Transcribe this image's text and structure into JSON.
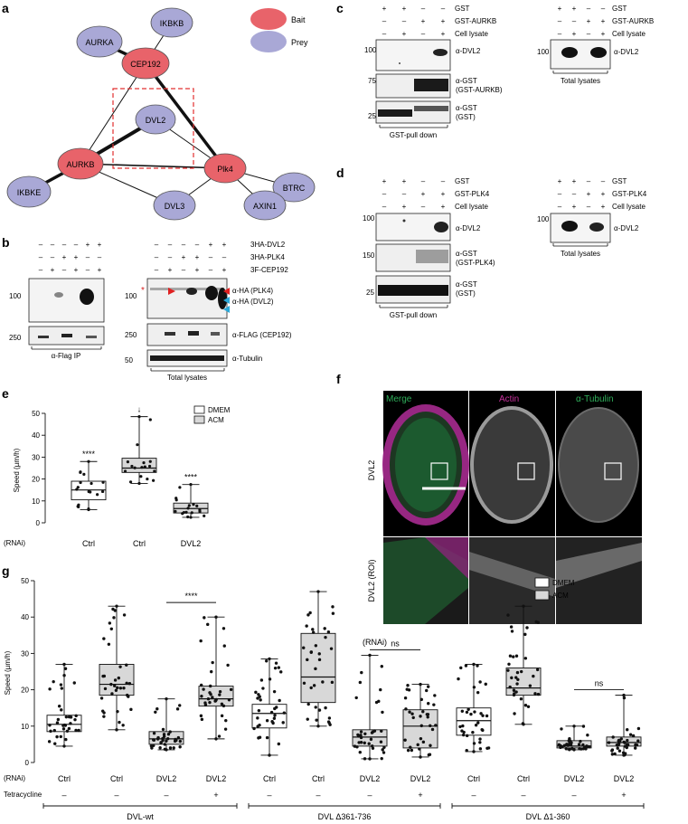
{
  "panel_labels": {
    "a": "a",
    "b": "b",
    "c": "c",
    "d": "d",
    "e": "e",
    "f": "f",
    "g": "g"
  },
  "panel_a": {
    "legend": {
      "bait": "Bait",
      "prey": "Prey"
    },
    "colors": {
      "bait": "#e8636a",
      "prey": "#a9a8d6"
    },
    "nodes": {
      "IKBKB": "IKBKB",
      "AURKA": "AURKA",
      "CEP192": "CEP192",
      "DVL2": "DVL2",
      "AURKB": "AURKB",
      "Plk4": "Plk4",
      "IKBKE": "IKBKE",
      "DVL3": "DVL3",
      "BTRC": "BTRC",
      "AXIN1": "AXIN1"
    }
  },
  "panel_b": {
    "rows": [
      {
        "label": "3HA-DVL2",
        "signs": [
          "–",
          "–",
          "–",
          "–",
          "+",
          "+"
        ]
      },
      {
        "label": "3HA-PLK4",
        "signs": [
          "–",
          "–",
          "+",
          "+",
          "–",
          "–"
        ]
      },
      {
        "label": "3F-CEP192",
        "signs": [
          "–",
          "+",
          "–",
          "+",
          "–",
          "+"
        ]
      }
    ],
    "markers_left": [
      "100",
      "250"
    ],
    "markers_right": [
      "100",
      "250",
      "50"
    ],
    "blot_labels": [
      "α-HA (PLK4)",
      "α-HA (DVL2)",
      "α-FLAG (CEP192)",
      "α-Tubulin"
    ],
    "asterisk": "*",
    "group_labels": [
      "α-Flag IP",
      "Total lysates"
    ]
  },
  "panel_c": {
    "rows": [
      {
        "label": "GST",
        "signs": [
          "+",
          "+",
          "–",
          "–"
        ]
      },
      {
        "label": "GST-AURKB",
        "signs": [
          "–",
          "–",
          "+",
          "+"
        ]
      },
      {
        "label": "Cell lysate",
        "signs": [
          "–",
          "+",
          "–",
          "+"
        ]
      }
    ],
    "markers": [
      "100",
      "75",
      "25"
    ],
    "markers_right": [
      "100"
    ],
    "blot_labels": [
      "α-DVL2",
      "α-GST",
      "(GST-AURKB)",
      "α-GST",
      "(GST)"
    ],
    "right_blot_label": "α-DVL2",
    "group_labels": [
      "GST-pull down",
      "Total lysates"
    ]
  },
  "panel_d": {
    "rows": [
      {
        "label": "GST",
        "signs": [
          "+",
          "+",
          "–",
          "–"
        ]
      },
      {
        "label": "GST-PLK4",
        "signs": [
          "–",
          "–",
          "+",
          "+"
        ]
      },
      {
        "label": "Cell lysate",
        "signs": [
          "–",
          "+",
          "–",
          "+"
        ]
      }
    ],
    "markers": [
      "100",
      "150",
      "25"
    ],
    "markers_right": [
      "100"
    ],
    "blot_labels": [
      "α-DVL2",
      "α-GST",
      "(GST-PLK4)",
      "α-GST",
      "(GST)"
    ],
    "right_blot_label": "α-DVL2",
    "group_labels": [
      "GST-pull down",
      "Total lysates"
    ]
  },
  "panel_f": {
    "headers": [
      "Merge",
      "Actin",
      "α-Tubulin"
    ],
    "header_colors": [
      "#2fae5a",
      "#c6309c",
      "#2fae5a"
    ],
    "row_labels": [
      "DVL2",
      "DVL2 (ROI)"
    ],
    "bottom_label": "(RNAi)"
  },
  "chart_data": [
    {
      "type": "box",
      "panel": "e",
      "ylabel": "Speed (µm/h)",
      "ylim": [
        0,
        50
      ],
      "yticks": [
        0,
        10,
        20,
        30,
        40,
        50
      ],
      "row_label": "(RNAi)",
      "categories": [
        "Ctrl",
        "Ctrl",
        "DVL2"
      ],
      "legend": [
        "DMEM",
        "ACM"
      ],
      "legend_colors": [
        "#ffffff",
        "#d8d8d8"
      ],
      "boxes": [
        {
          "category": "Ctrl",
          "medium": "DMEM",
          "min": 6,
          "q1": 10.5,
          "median": 15,
          "q3": 19,
          "max": 28,
          "annotation": "****"
        },
        {
          "category": "Ctrl",
          "medium": "ACM",
          "min": 18,
          "q1": 23,
          "median": 25,
          "q3": 29.5,
          "max": 48.5,
          "annotation": "↓"
        },
        {
          "category": "DVL2",
          "medium": "ACM",
          "min": 2.5,
          "q1": 4.5,
          "median": 6.5,
          "q3": 9,
          "max": 17.5,
          "annotation": "****"
        }
      ]
    },
    {
      "type": "box",
      "panel": "g",
      "ylabel": "Speed (µm/h)",
      "ylim": [
        0,
        50
      ],
      "yticks": [
        0,
        10,
        20,
        30,
        40,
        50
      ],
      "legend": [
        "DMEM",
        "ACM"
      ],
      "legend_colors": [
        "#ffffff",
        "#d8d8d8"
      ],
      "row_labels": [
        "(RNAi)",
        "Tetracycline"
      ],
      "groups": [
        "DVL-wt",
        "DVL Δ361-736",
        "DVL Δ1-360"
      ],
      "categories": [
        "Ctrl",
        "Ctrl",
        "DVL2",
        "DVL2",
        "Ctrl",
        "Ctrl",
        "DVL2",
        "DVL2",
        "Ctrl",
        "Ctrl",
        "DVL2",
        "DVL2"
      ],
      "tetracycline": [
        "–",
        "–",
        "–",
        "+",
        "–",
        "–",
        "–",
        "+",
        "–",
        "–",
        "–",
        "+"
      ],
      "comparisons": [
        {
          "between": [
            2,
            3
          ],
          "label": "****",
          "y": 44
        },
        {
          "between": [
            6,
            7
          ],
          "label": "ns",
          "y": 31
        },
        {
          "between": [
            10,
            11
          ],
          "label": "ns",
          "y": 20
        }
      ],
      "boxes": [
        {
          "medium": "DMEM",
          "min": 4.5,
          "q1": 8.5,
          "median": 10.5,
          "q3": 13,
          "max": 27
        },
        {
          "medium": "ACM",
          "min": 9,
          "q1": 18.5,
          "median": 21.5,
          "q3": 27,
          "max": 43
        },
        {
          "medium": "ACM",
          "min": 3.5,
          "q1": 5,
          "median": 6.5,
          "q3": 8.5,
          "max": 17.5
        },
        {
          "medium": "ACM",
          "min": 6.5,
          "q1": 15.5,
          "median": 17.5,
          "q3": 21,
          "max": 40
        },
        {
          "medium": "DMEM",
          "min": 2,
          "q1": 9.5,
          "median": 13.5,
          "q3": 16,
          "max": 28.5
        },
        {
          "medium": "ACM",
          "min": 10,
          "q1": 16.5,
          "median": 23.5,
          "q3": 35.5,
          "max": 47
        },
        {
          "medium": "ACM",
          "min": 1,
          "q1": 4.5,
          "median": 7,
          "q3": 9,
          "max": 29.5
        },
        {
          "medium": "ACM",
          "min": 1.5,
          "q1": 4,
          "median": 10,
          "q3": 14.5,
          "max": 21.5
        },
        {
          "medium": "DMEM",
          "min": 3,
          "q1": 7.5,
          "median": 11.5,
          "q3": 15,
          "max": 27
        },
        {
          "medium": "ACM",
          "min": 10.5,
          "q1": 18.5,
          "median": 20.5,
          "q3": 26,
          "max": 43
        },
        {
          "medium": "ACM",
          "min": 3.5,
          "q1": 4,
          "median": 4.5,
          "q3": 6,
          "max": 10
        },
        {
          "medium": "ACM",
          "min": 2,
          "q1": 4.5,
          "median": 5.5,
          "q3": 7,
          "max": 18.5
        }
      ]
    }
  ]
}
